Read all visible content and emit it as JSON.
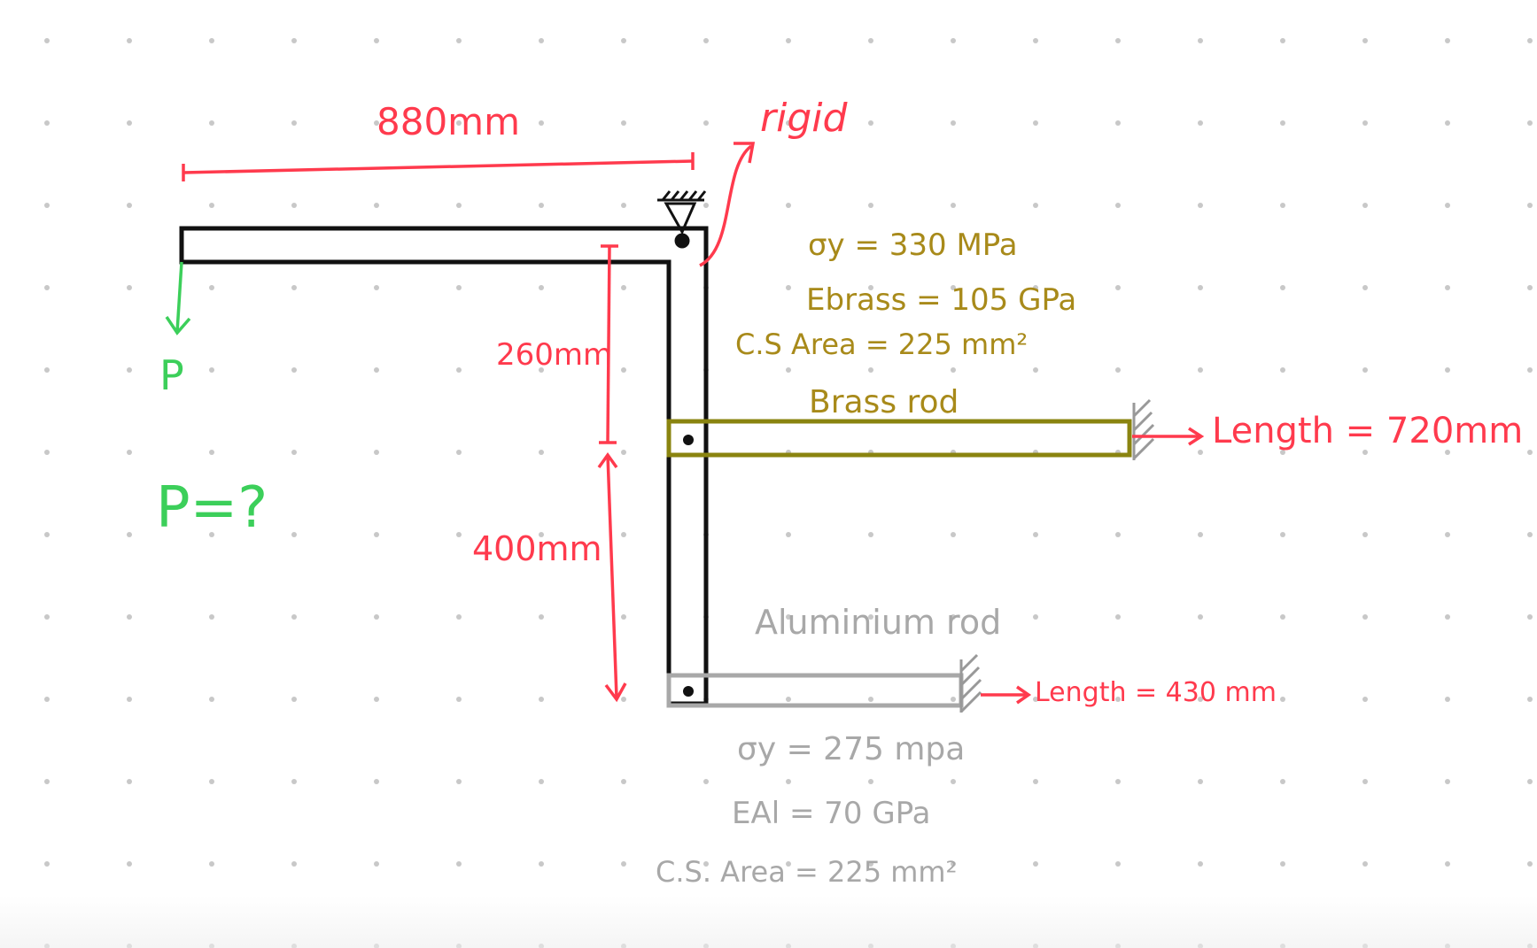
{
  "colors": {
    "red": "#ff3a4d",
    "green": "#3ccf5a",
    "gold": "#a88a1a",
    "grey": "#a8a8a8",
    "frame": "#111111",
    "brass_rod": "#8a8410",
    "dot_grid": "#c8c8c8"
  },
  "dimensions": {
    "top_width": "880mm",
    "upper_height": "260mm",
    "lower_height": "400mm"
  },
  "labels": {
    "rigid": "rigid",
    "load": "P",
    "unknown": "P=?"
  },
  "brass": {
    "sigma_y": "σy = 330 MPa",
    "modulus": "Ebrass = 105 GPa",
    "area": "C.S Area = 225 mm²",
    "name": "Brass rod",
    "length": "Length = 720mm"
  },
  "aluminium": {
    "name": "Aluminium rod",
    "length": "Length = 430 mm",
    "sigma_y": "σy = 275 mpa",
    "modulus": "EAl = 70 GPa",
    "area": "C.S. Area = 225 mm²"
  }
}
